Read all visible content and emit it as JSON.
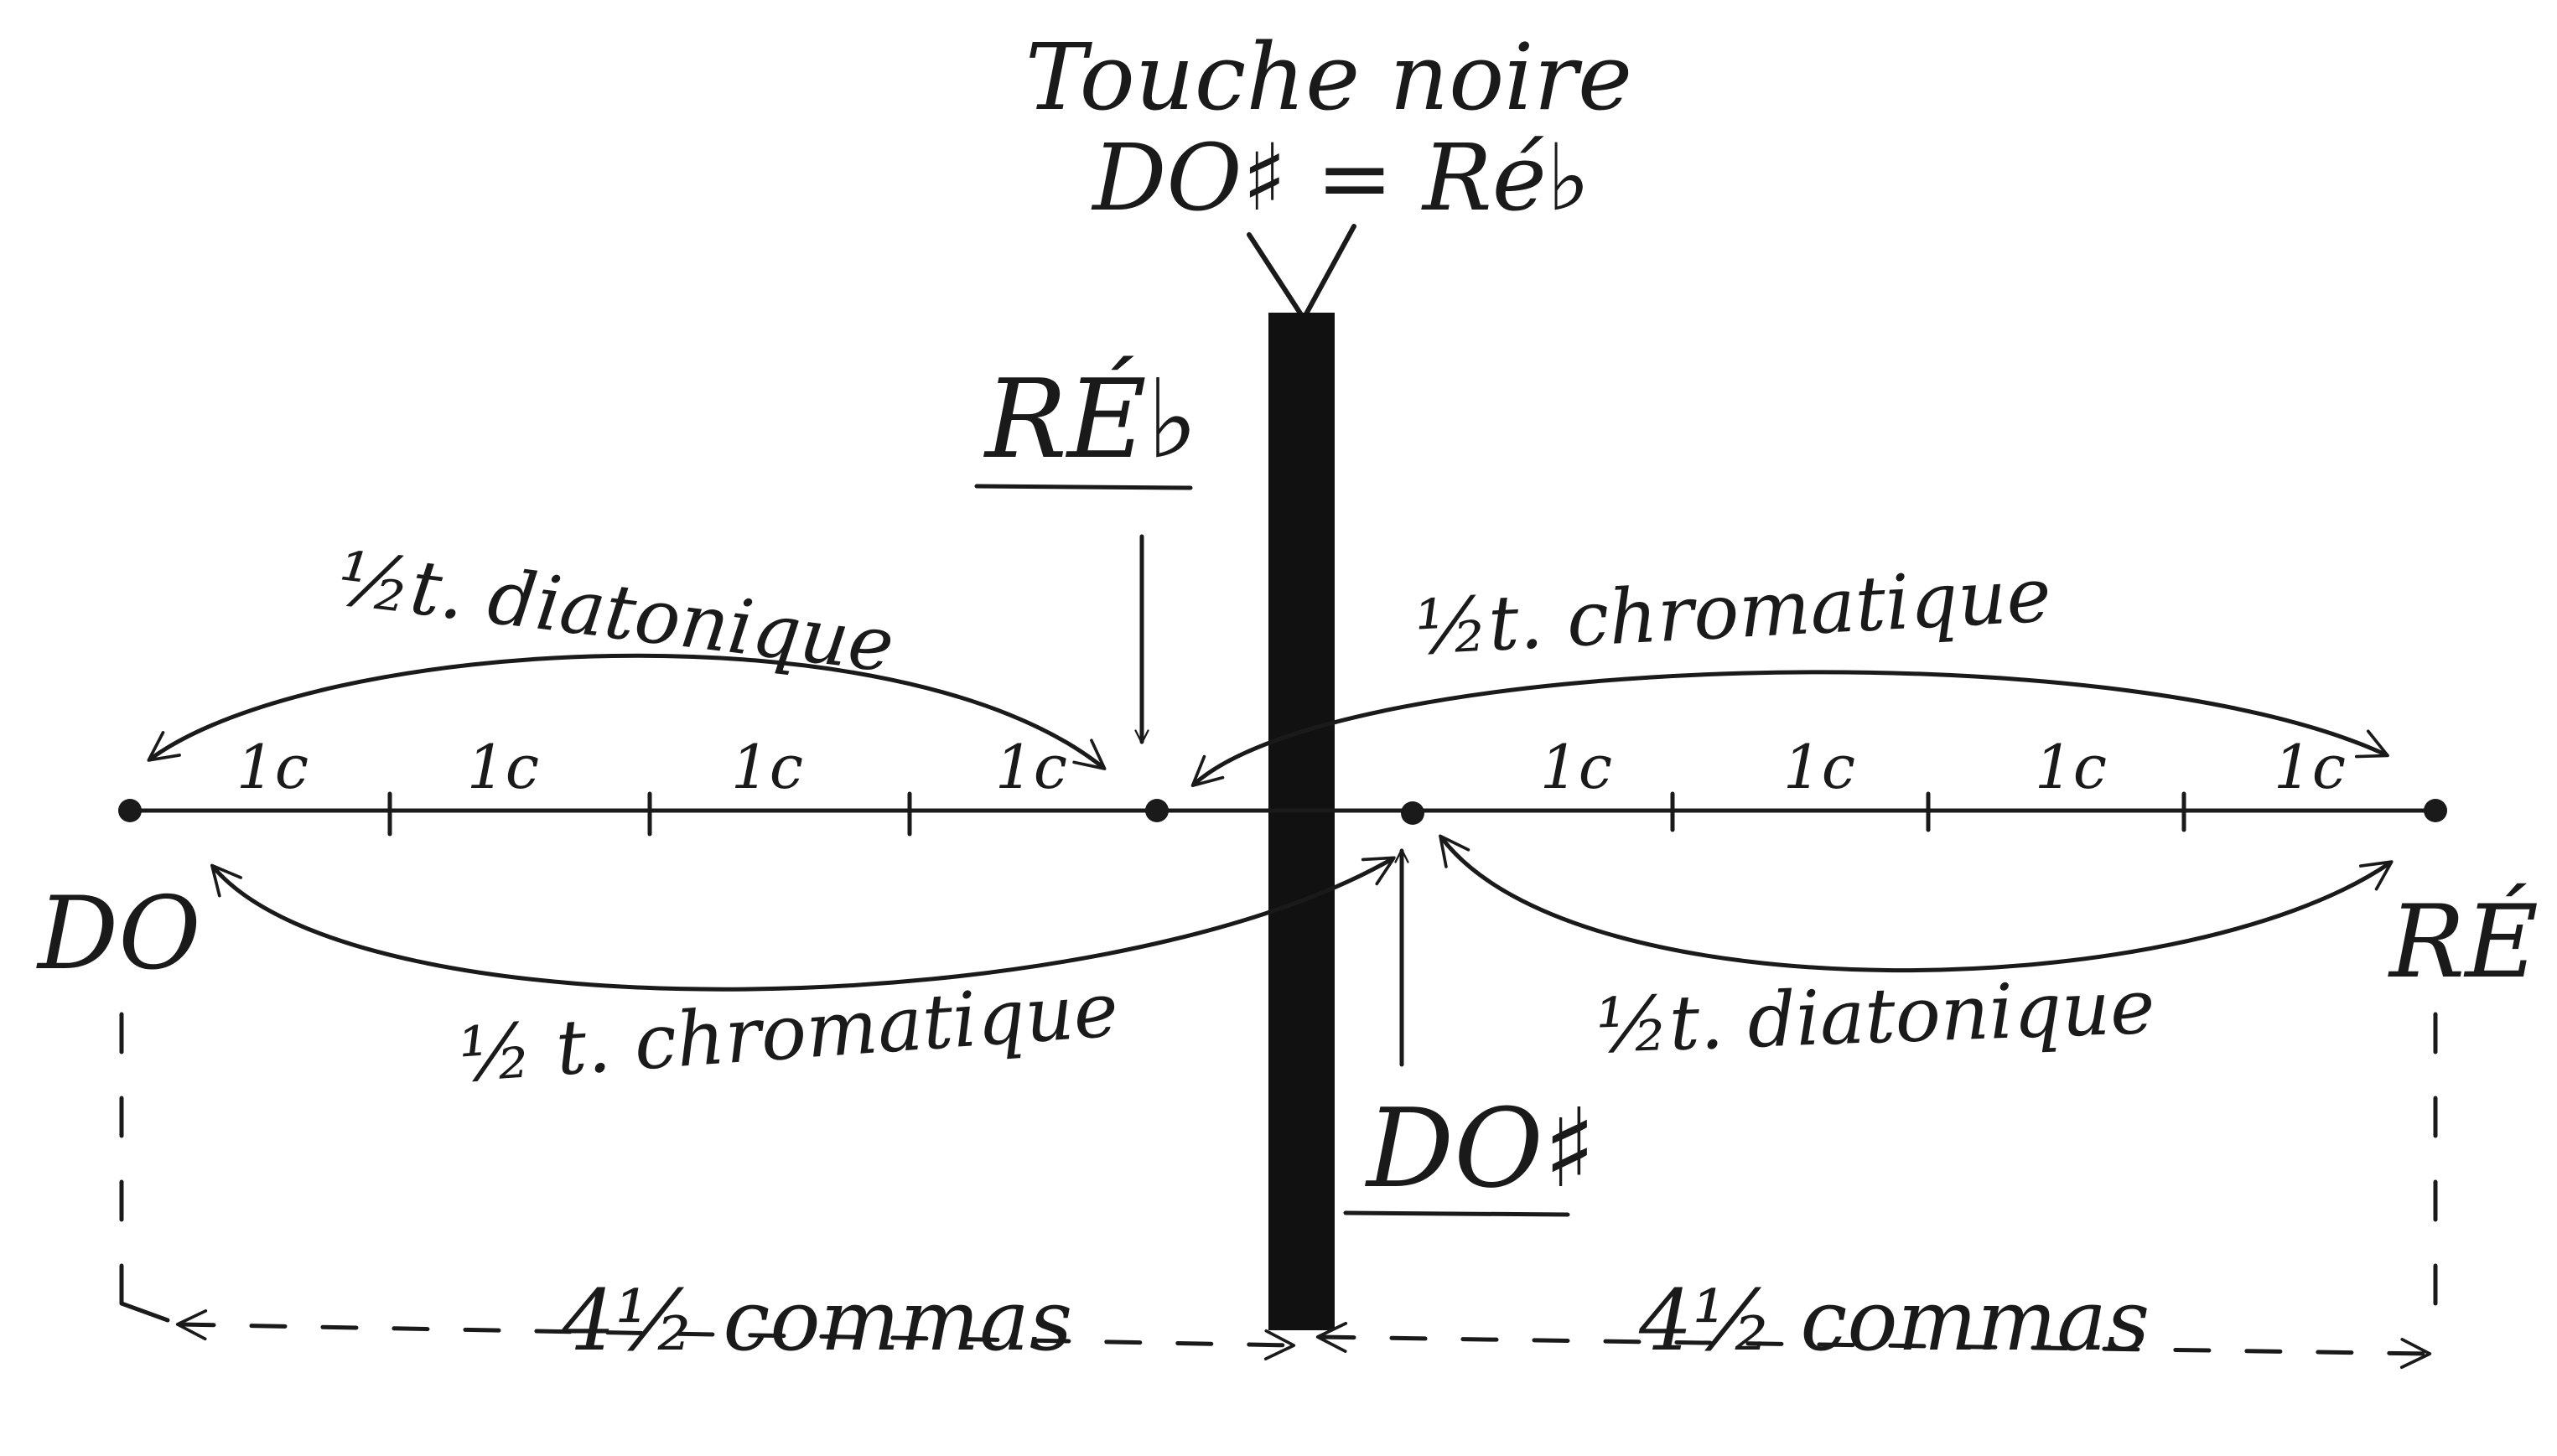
{
  "header": {
    "line1": "Touche noire",
    "line2": "DO♯ = Ré♭"
  },
  "notes": {
    "do": "DO",
    "re": "RÉ",
    "re_flat": "RÉ♭",
    "do_sharp": "DO♯"
  },
  "comma_label": "1c",
  "intervals": {
    "top_left": "½t. diatonique",
    "top_right": "½t. chromatique",
    "bottom_left": "½ t. chromatique",
    "bottom_right": "½t. diatonique"
  },
  "commas": {
    "left": "4½ commas",
    "right": "4½ commas"
  },
  "colors": {
    "ink": "#1a1a1a",
    "paper": "#ffffff"
  }
}
